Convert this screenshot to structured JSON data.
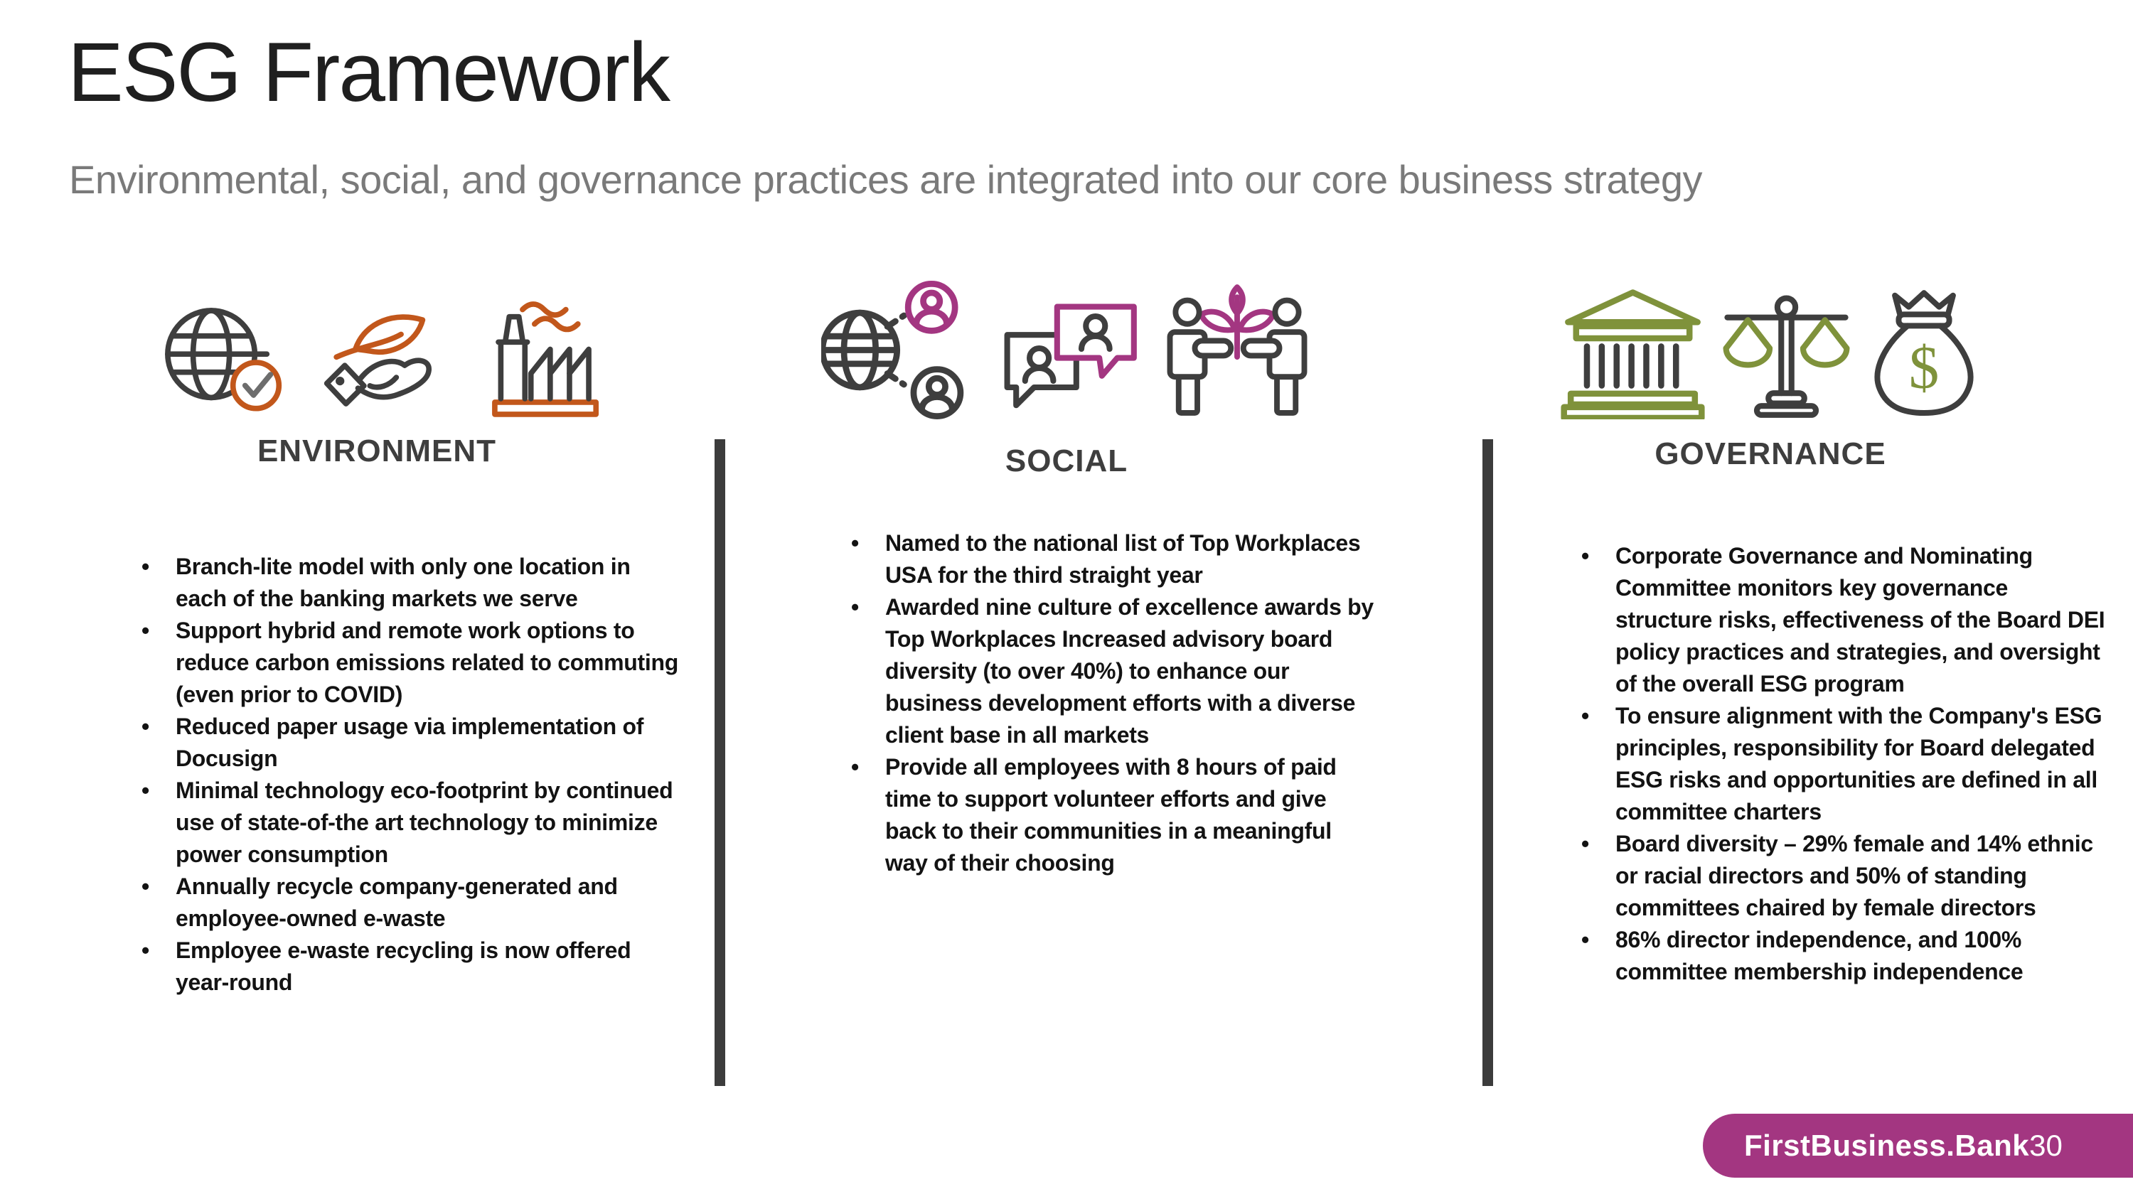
{
  "slide": {
    "title": "ESG Framework",
    "subtitle": "Environmental, social, and governance practices are integrated into our core business strategy"
  },
  "columns": [
    {
      "id": "environment",
      "label": "ENVIRONMENT",
      "icons": [
        "globe-check-icon",
        "hand-leaf-icon",
        "factory-icon"
      ],
      "bullets": [
        "Branch-lite model with only one location in each of the banking markets we serve",
        "Support hybrid and remote work options to reduce carbon emissions related to commuting (even prior to COVID)",
        "Reduced paper usage via implementation of Docusign",
        "Minimal technology eco-footprint by continued use of state-of-the art technology to minimize power consumption",
        "Annually recycle company-generated and employee-owned e-waste",
        "Employee e-waste recycling is now offered year-round"
      ]
    },
    {
      "id": "social",
      "label": "SOCIAL",
      "icons": [
        "globe-network-icon",
        "chat-people-icon",
        "people-growth-icon"
      ],
      "bullets": [
        "Named to the national list of Top Workplaces USA for the third straight year",
        "Awarded nine culture of excellence awards by Top Workplaces Increased advisory board diversity (to over 40%) to enhance our business development efforts with a diverse client base in all markets",
        "Provide all employees with 8 hours of paid time to support volunteer efforts and give back to their communities in a meaningful way of their choosing"
      ]
    },
    {
      "id": "governance",
      "label": "GOVERNANCE",
      "icons": [
        "bank-icon",
        "scales-icon",
        "money-bag-icon"
      ],
      "bullets": [
        "Corporate Governance and Nominating Committee monitors key governance structure risks, effectiveness of the Board DEI policy practices and strategies, and oversight of the overall ESG program",
        "To ensure alignment with the Company's ESG principles, responsibility for Board delegated ESG risks and opportunities are defined in all committee charters",
        "Board diversity – 29% female and 14% ethnic or racial directors and 50% of standing committees chaired by female directors",
        "86% director independence, and 100% committee membership independence"
      ]
    }
  ],
  "footer": {
    "brand": "FirstBusiness.Bank",
    "page_number": "30"
  },
  "colors": {
    "accent_orange": "#C2571B",
    "accent_magenta": "#A33681",
    "accent_olive": "#7F923B",
    "icon_gray": "#3E3E3E",
    "check_gray": "#6D6D6D",
    "title_color": "#1F1F1F",
    "subtitle_color": "#7A7A7A",
    "bullet_text": "#131313",
    "divider": "#3C3C3C",
    "footer_bg": "#A33681",
    "footer_text": "#FFFFFF"
  }
}
